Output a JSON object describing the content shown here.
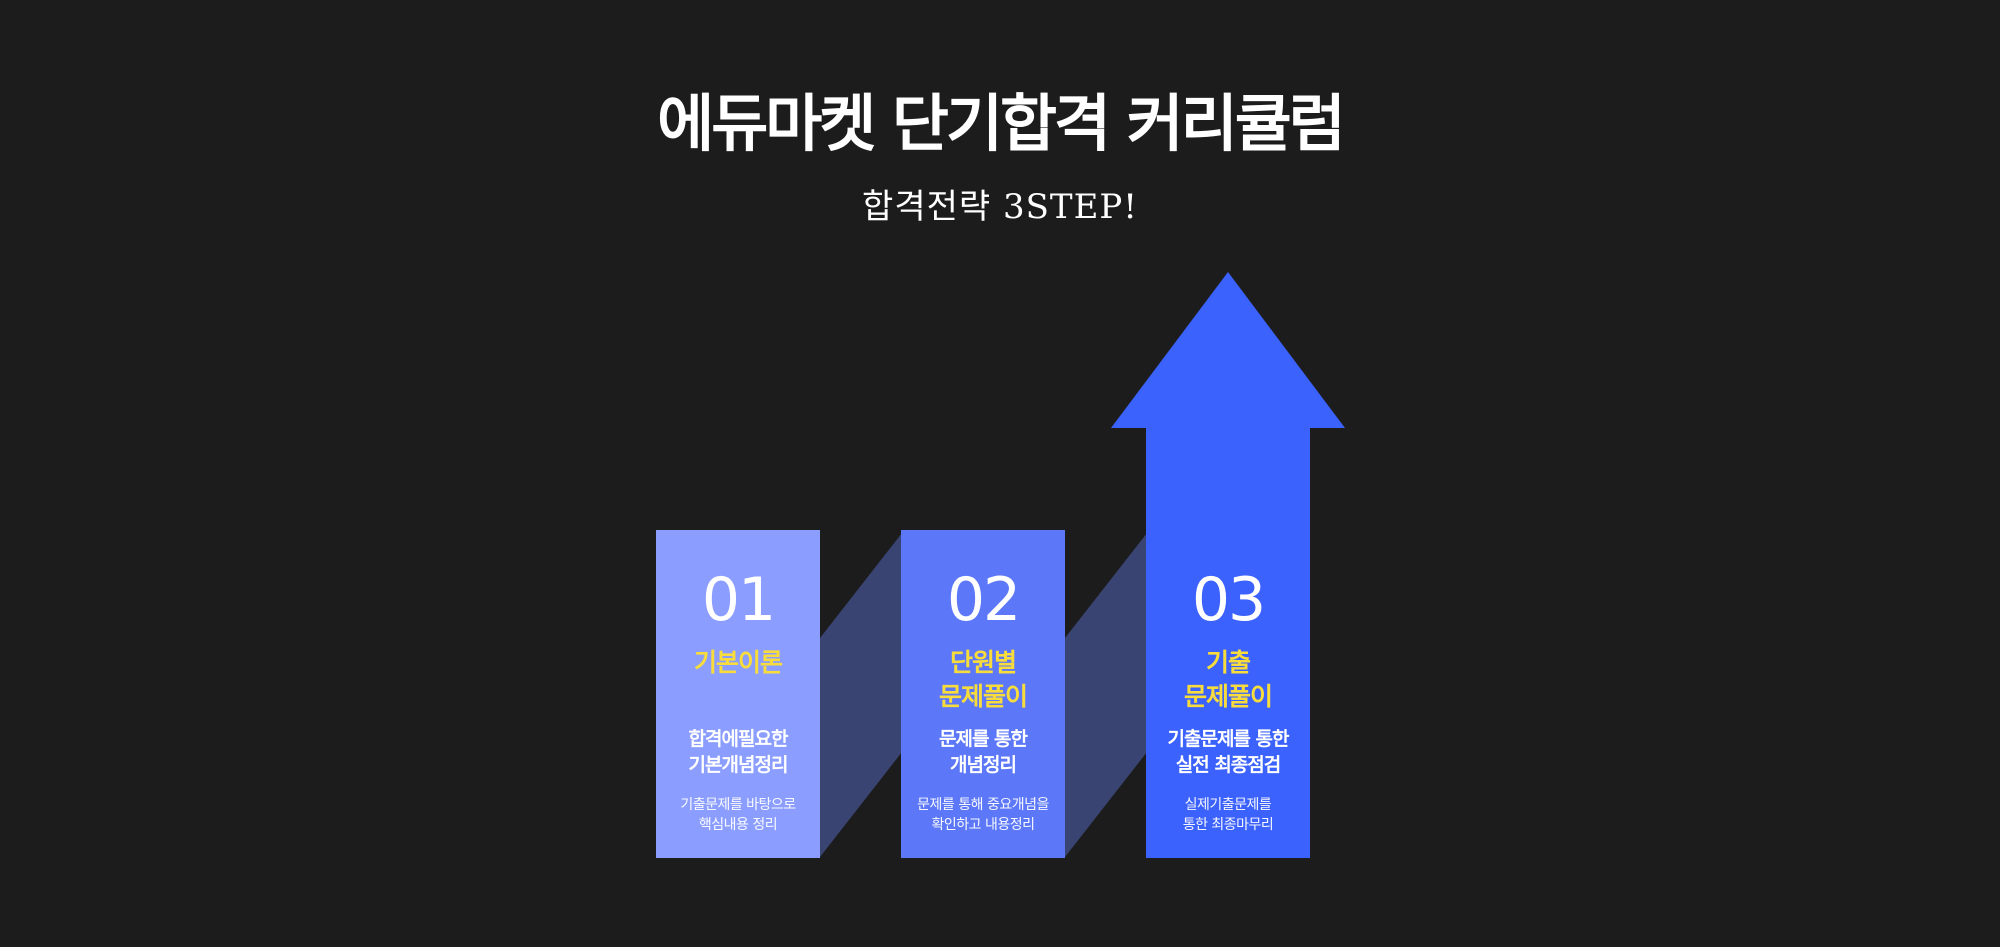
{
  "header": {
    "title": "에듀마켓 단기합격 커리큘럼",
    "subtitle": "합격전략 3STEP!"
  },
  "colors": {
    "background": "#1c1c1c",
    "step1": "#8b9eff",
    "step2": "#5c78f8",
    "step3": "#3c62fd",
    "connector": "#3a4473",
    "highlight": "#f7dc3c"
  },
  "steps": [
    {
      "number": "01",
      "title_lines": [
        "기본이론"
      ],
      "desc_lines": [
        "합격에필요한",
        "기본개념정리"
      ],
      "detail_lines": [
        "기출문제를 바탕으로",
        "핵심내용 정리"
      ]
    },
    {
      "number": "02",
      "title_lines": [
        "단원별",
        "문제풀이"
      ],
      "desc_lines": [
        "문제를 통한",
        "개념정리"
      ],
      "detail_lines": [
        "문제를 통해 중요개념을",
        "확인하고 내용정리"
      ]
    },
    {
      "number": "03",
      "title_lines": [
        "기출",
        "문제풀이"
      ],
      "desc_lines": [
        "기출문제를 통한",
        "실전 최종점검"
      ],
      "detail_lines": [
        "실제기출문제를",
        "통한 최종마무리"
      ]
    }
  ]
}
